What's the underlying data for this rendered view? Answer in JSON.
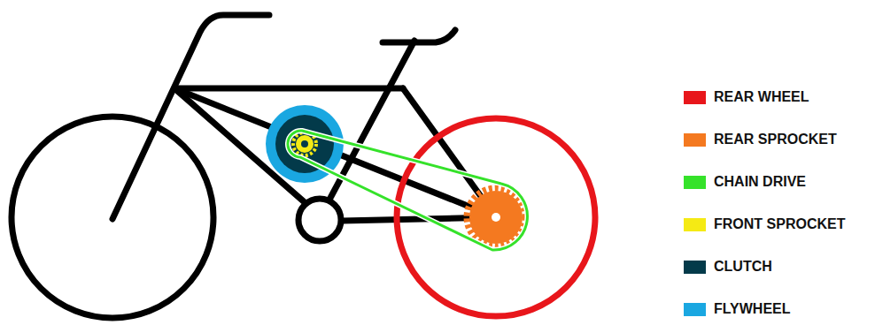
{
  "diagram": {
    "legend": [
      {
        "text": "REAR WHEEL",
        "color": "#e8161b"
      },
      {
        "text": "REAR SPROCKET",
        "color": "#f47920"
      },
      {
        "text": "CHAIN DRIVE",
        "color": "#35e22a"
      },
      {
        "text": "FRONT SPROCKET",
        "color": "#f5ea14"
      },
      {
        "text": "CLUTCH",
        "color": "#033a4a"
      },
      {
        "text": "FLYWHEEL",
        "color": "#1aa7e1"
      }
    ]
  }
}
